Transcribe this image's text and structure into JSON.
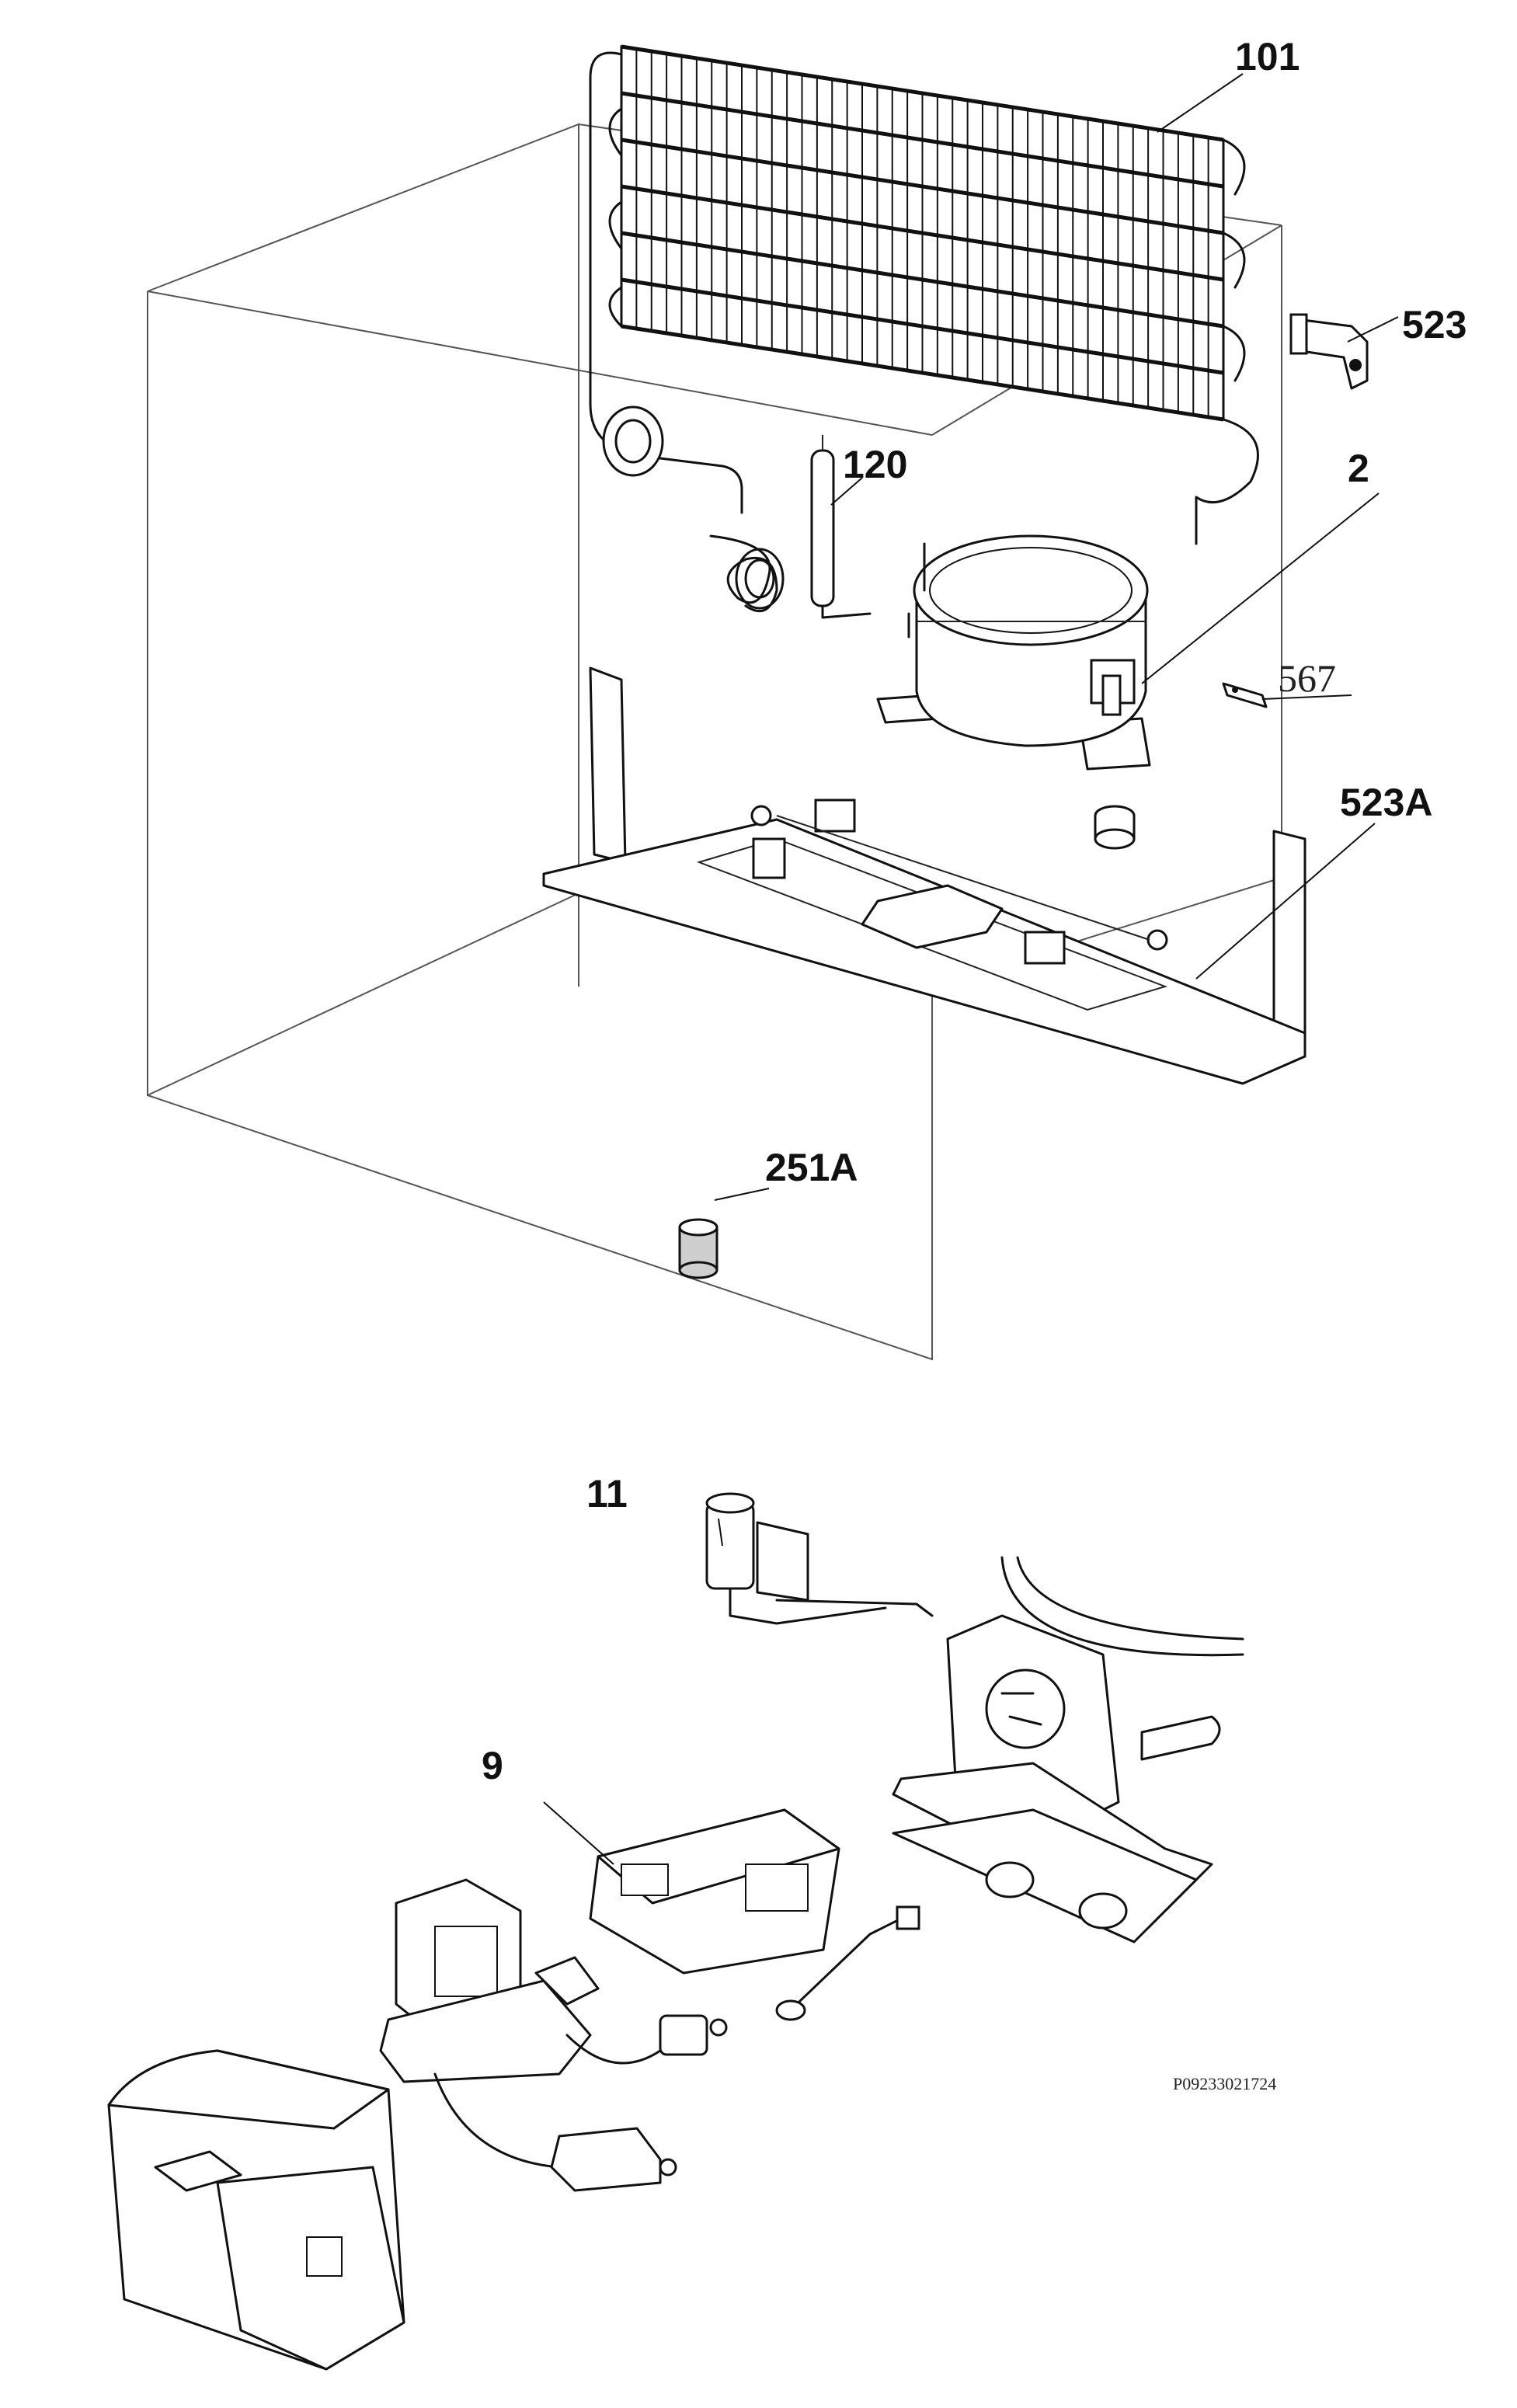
{
  "diagram": {
    "callouts": {
      "p101": "101",
      "p523": "523",
      "p120": "120",
      "p2": "2",
      "p567": "567",
      "p523a": "523A",
      "p251a": "251A",
      "p11": "11",
      "p9": "9"
    },
    "drawing_code": "P09233021724"
  }
}
